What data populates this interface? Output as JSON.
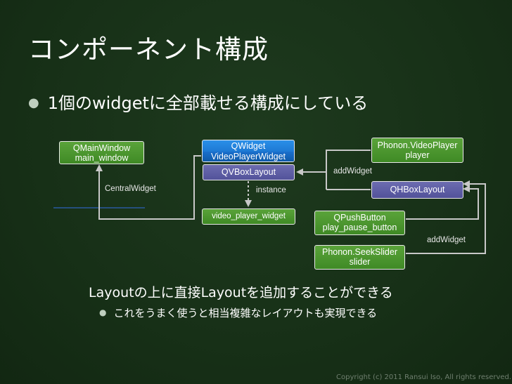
{
  "title": "コンポーネント構成",
  "bullet": "1個のwidgetに全部載せる構成にしている",
  "diagram": {
    "main_window": {
      "line1": "QMainWindow",
      "line2": "main_window"
    },
    "qwidget": {
      "line1": "QWidget",
      "line2": "VideoPlayerWidget"
    },
    "qvboxlayout": "QVBoxLayout",
    "video_player_widget": "video_player_widget",
    "video_player": {
      "line1": "Phonon.VideoPlayer",
      "line2": "player"
    },
    "qhboxlayout": "QHBoxLayout",
    "push_button": {
      "line1": "QPushButton",
      "line2": "play_pause_button"
    },
    "seek_slider": {
      "line1": "Phonon.SeekSlider",
      "line2": "slider"
    },
    "labels": {
      "central_widget": "CentralWidget",
      "instance": "instance",
      "add_widget_top": "addWidget",
      "add_widget_right": "addWidget"
    },
    "colors": {
      "green": "#4a9a2e",
      "blue": "#1a7ad8",
      "purple": "#5e5ea6",
      "wire": "#c8c8c8"
    }
  },
  "sub_heading": "Layoutの上に直接Layoutを追加することができる",
  "sub_bullet": "これをうまく使うと相当複雑なレイアウトも実現できる",
  "copyright": "Copyright (c) 2011 Ransui Iso, All rights reserved."
}
